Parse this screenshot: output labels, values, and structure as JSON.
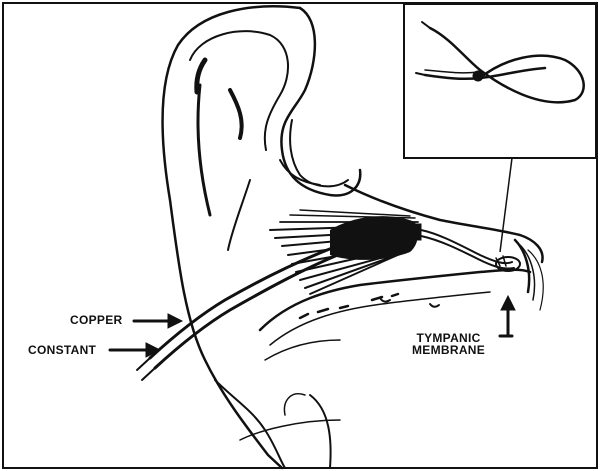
{
  "labels": {
    "copper": "COPPER",
    "constant": "CONSTANT",
    "tympanic_line1": "TYMPANIC",
    "tympanic_line2": "MEMBRANE"
  },
  "colors": {
    "ink": "#111111",
    "paper": "#ffffff",
    "shade": "#d9d9d9"
  },
  "icons": {
    "inset": "thermocouple-loop-icon",
    "main": "ear-canal-cross-section"
  }
}
